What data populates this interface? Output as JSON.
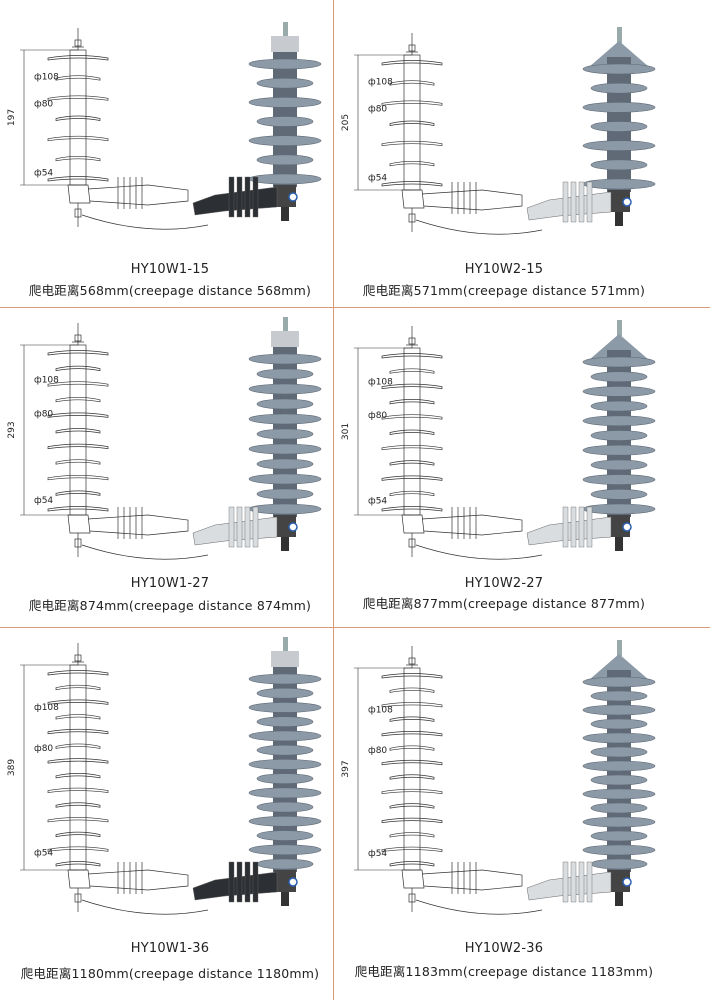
{
  "products": [
    {
      "model": "HY10W1-15",
      "creepage": "爬电距离568mm(creepage  distance  568mm)",
      "height": "197",
      "d_top": "ф108",
      "d_mid": "ф80",
      "d_bot": "ф54",
      "sheds": 7,
      "style": "W1"
    },
    {
      "model": "HY10W2-15",
      "creepage": "爬电距离571mm(creepage  distance  571mm)",
      "height": "205",
      "d_top": "ф108",
      "d_mid": "ф80",
      "d_bot": "ф54",
      "sheds": 7,
      "style": "W2"
    },
    {
      "model": "HY10W1-27",
      "creepage": "爬电距离874mm(creepage  distance  874mm)",
      "height": "293",
      "d_top": "ф108",
      "d_mid": "ф80",
      "d_bot": "ф54",
      "sheds": 11,
      "style": "W1"
    },
    {
      "model": "HY10W2-27",
      "creepage": "爬电距离877mm(creepage  distance  877mm)",
      "height": "301",
      "d_top": "ф108",
      "d_mid": "ф80",
      "d_bot": "ф54",
      "sheds": 11,
      "style": "W2"
    },
    {
      "model": "HY10W1-36",
      "creepage": "爬电距离1180mm(creepage  distance  1180mm)",
      "height": "389",
      "d_top": "ф108",
      "d_mid": "ф80",
      "d_bot": "ф54",
      "sheds": 14,
      "style": "W1"
    },
    {
      "model": "HY10W2-36",
      "creepage": "爬电距离1183mm(creepage  distance  1183mm)",
      "height": "397",
      "d_top": "ф108",
      "d_mid": "ф80",
      "d_bot": "ф54",
      "sheds": 14,
      "style": "W2"
    }
  ],
  "colors": {
    "divider": "#d89a7c",
    "rubber": "#8c99a6",
    "rubber_dark": "#5f6a76",
    "bracket_dark": "#2c2f33",
    "bracket_light": "#d9dde0"
  }
}
